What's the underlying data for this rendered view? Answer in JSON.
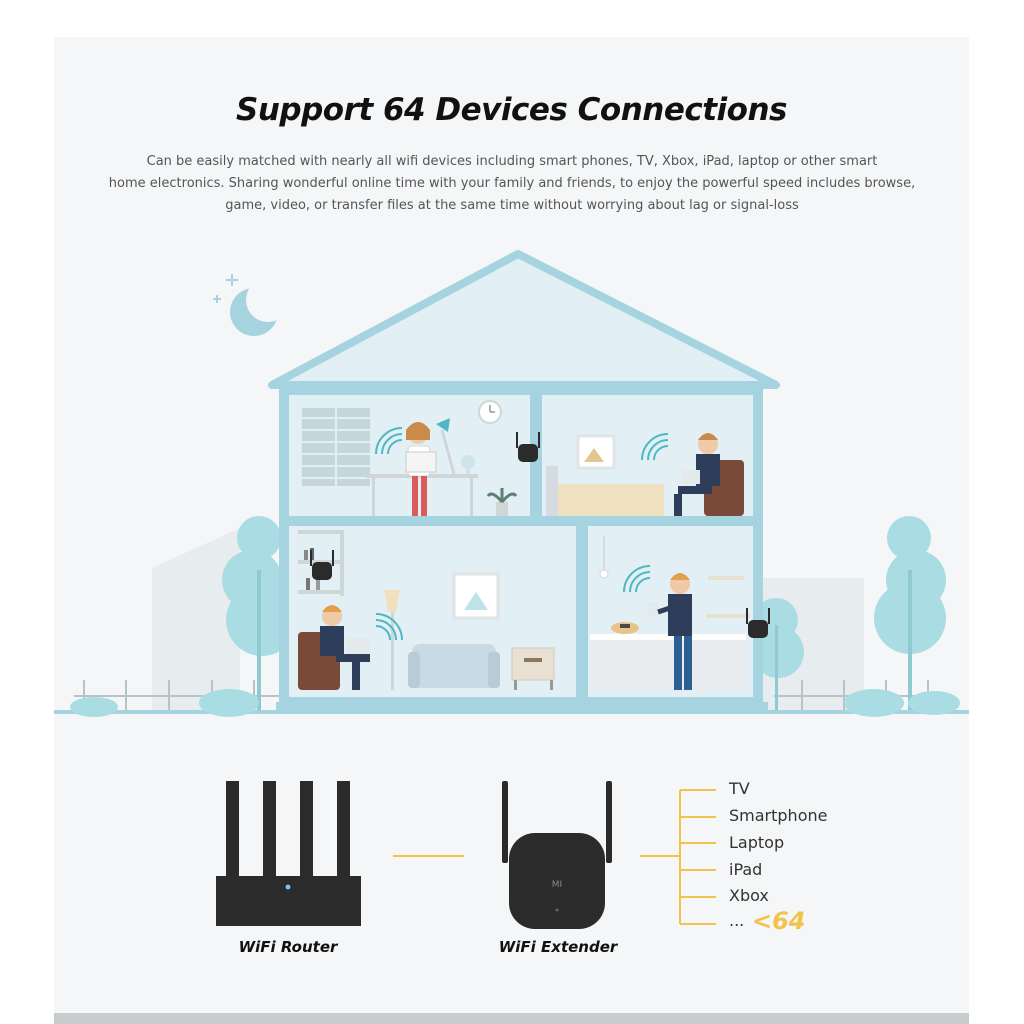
{
  "heading": {
    "title": "Support 64 Devices Connections",
    "description_lines": [
      "Can be easily matched with nearly all wifi devices including smart phones, TV, Xbox, iPad, laptop or other smart",
      "home electronics. Sharing wonderful online time with your family and friends, to enjoy the powerful speed includes browse,",
      "game, video, or transfer files at the same time without worrying about lag or signal-loss"
    ]
  },
  "illustration": {
    "icons": [
      "moon-icon",
      "sparkle-icon",
      "house-icon",
      "wifi-signal-icon",
      "extender-icon",
      "clock-icon",
      "tree-icon"
    ]
  },
  "diagram": {
    "router_label": "WiFi Router",
    "extender_label": "WiFi Extender",
    "extender_logo": "MI",
    "devices": [
      "TV",
      "Smartphone",
      "Laptop",
      "iPad",
      "Xbox",
      "..."
    ],
    "limit_text": "<64"
  },
  "colors": {
    "panel_bg": "#f4f6f7",
    "house_outline": "#a6d3e0",
    "room_fill": "#e2eff4",
    "tree": "#a9dde3",
    "accent_yellow": "#f3c24a",
    "device_black": "#2b2b2b"
  }
}
